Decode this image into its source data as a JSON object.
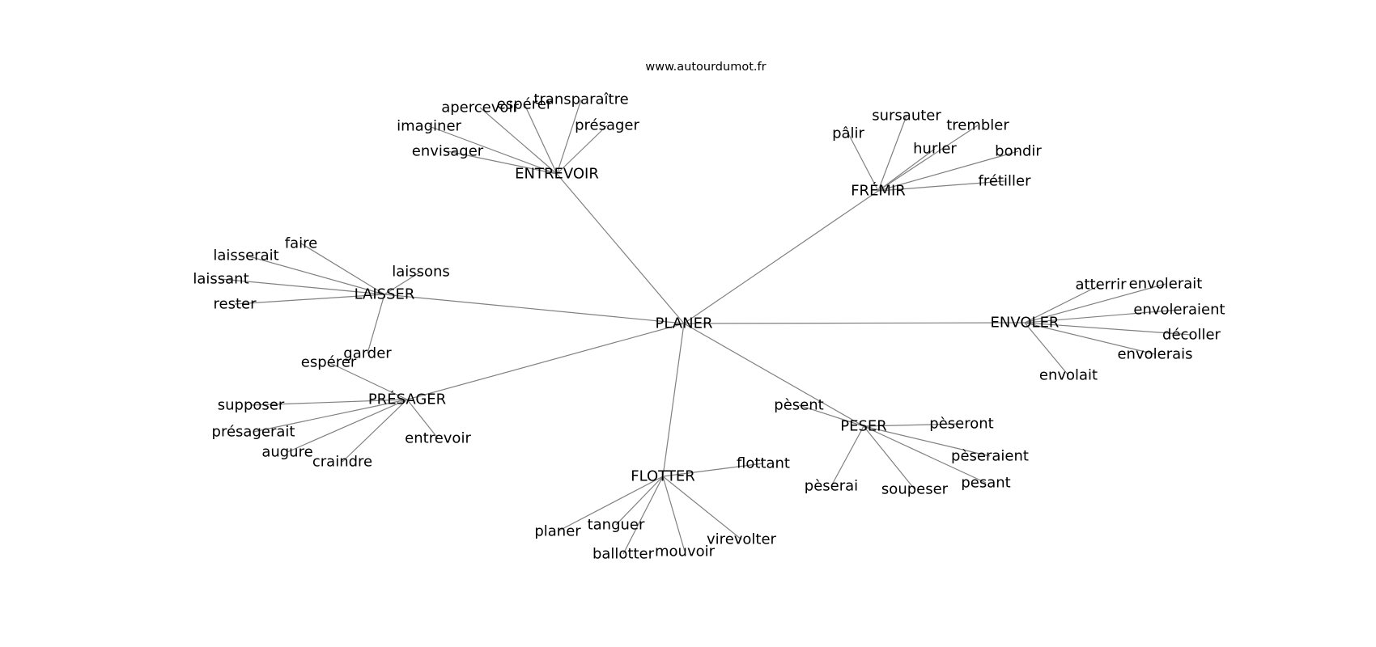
{
  "site_title": "www.autourdumot.fr",
  "center": "PLANER",
  "colors": {
    "edge": "#808080",
    "text": "#000000",
    "background": "#ffffff"
  },
  "hubs": [
    {
      "id": "entrevoir",
      "label": "ENTREVOIR",
      "leaves": [
        {
          "id": "apercevoir",
          "label": "apercevoir"
        },
        {
          "id": "esperer",
          "label": "espérer"
        },
        {
          "id": "transparaitre",
          "label": "transparaître"
        },
        {
          "id": "presager",
          "label": "présager"
        },
        {
          "id": "imaginer",
          "label": "imaginer"
        },
        {
          "id": "envisager",
          "label": "envisager"
        }
      ]
    },
    {
      "id": "fremir",
      "label": "FRÉMIR",
      "leaves": [
        {
          "id": "palir",
          "label": "pâlir"
        },
        {
          "id": "sursauter",
          "label": "sursauter"
        },
        {
          "id": "trembler",
          "label": "trembler"
        },
        {
          "id": "hurler",
          "label": "hurler"
        },
        {
          "id": "bondir",
          "label": "bondir"
        },
        {
          "id": "fretiller",
          "label": "frétiller"
        }
      ]
    },
    {
      "id": "laisser",
      "label": "LAISSER",
      "leaves": [
        {
          "id": "faire",
          "label": "faire"
        },
        {
          "id": "laisserait",
          "label": "laisserait"
        },
        {
          "id": "laissons",
          "label": "laissons"
        },
        {
          "id": "laissant",
          "label": "laissant"
        },
        {
          "id": "rester",
          "label": "rester"
        },
        {
          "id": "garder",
          "label": "garder"
        }
      ]
    },
    {
      "id": "envoler",
      "label": "ENVOLER",
      "leaves": [
        {
          "id": "atterrir",
          "label": "atterrir"
        },
        {
          "id": "envolerait",
          "label": "envolerait"
        },
        {
          "id": "envoleraient",
          "label": "envoleraient"
        },
        {
          "id": "decoller",
          "label": "décoller"
        },
        {
          "id": "envolerais",
          "label": "envolerais"
        },
        {
          "id": "envolait",
          "label": "envolait"
        }
      ]
    },
    {
      "id": "presager-hub",
      "label": "PRÉSAGER",
      "leaves": [
        {
          "id": "esperer2",
          "label": "espérer"
        },
        {
          "id": "supposer",
          "label": "supposer"
        },
        {
          "id": "presagerait",
          "label": "présagerait"
        },
        {
          "id": "augure",
          "label": "augure"
        },
        {
          "id": "craindre",
          "label": "craindre"
        },
        {
          "id": "entrevoir-leaf",
          "label": "entrevoir"
        }
      ]
    },
    {
      "id": "peser",
      "label": "PESER",
      "leaves": [
        {
          "id": "pesent",
          "label": "pèsent"
        },
        {
          "id": "peseront",
          "label": "pèseront"
        },
        {
          "id": "peseraient",
          "label": "pèseraient"
        },
        {
          "id": "pesant",
          "label": "pesant"
        },
        {
          "id": "soupeser",
          "label": "soupeser"
        },
        {
          "id": "peserai",
          "label": "pèserai"
        }
      ]
    },
    {
      "id": "flotter",
      "label": "FLOTTER",
      "leaves": [
        {
          "id": "flottant",
          "label": "flottant"
        },
        {
          "id": "planer",
          "label": "planer"
        },
        {
          "id": "tanguer",
          "label": "tanguer"
        },
        {
          "id": "ballotter",
          "label": "ballotter"
        },
        {
          "id": "mouvoir",
          "label": "mouvoir"
        },
        {
          "id": "virevolter",
          "label": "virevolter"
        }
      ]
    }
  ]
}
